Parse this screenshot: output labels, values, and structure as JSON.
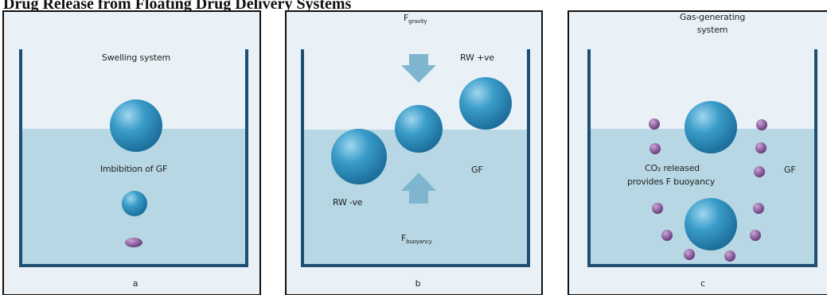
{
  "heading": "Drug Release from Floating Drug Delivery Systems",
  "panel_a": {
    "title": "Swelling system",
    "imbibition_label": "Imbibition of GF",
    "caption": "a"
  },
  "panel_b": {
    "gravity_main": "F",
    "gravity_sub": "gravity",
    "rw_positive": "RW +ve",
    "rw_negative": "RW -ve",
    "gf_label": "GF",
    "buoyancy_main": "F",
    "buoyancy_sub": "buoyancy",
    "caption": "b"
  },
  "panel_c": {
    "title_line1": "Gas-generating",
    "title_line2": "system",
    "co2_line1": "CO₂ released",
    "co2_line2": "provides F buoyancy",
    "gf_label": "GF",
    "caption": "c"
  },
  "colors": {
    "beaker_wall": "#1e4f73",
    "fluid": "#b3d6e2",
    "sphere": "#2f93c2",
    "bubble": "#7a4c8c",
    "arrow": "#7fb5cf"
  }
}
